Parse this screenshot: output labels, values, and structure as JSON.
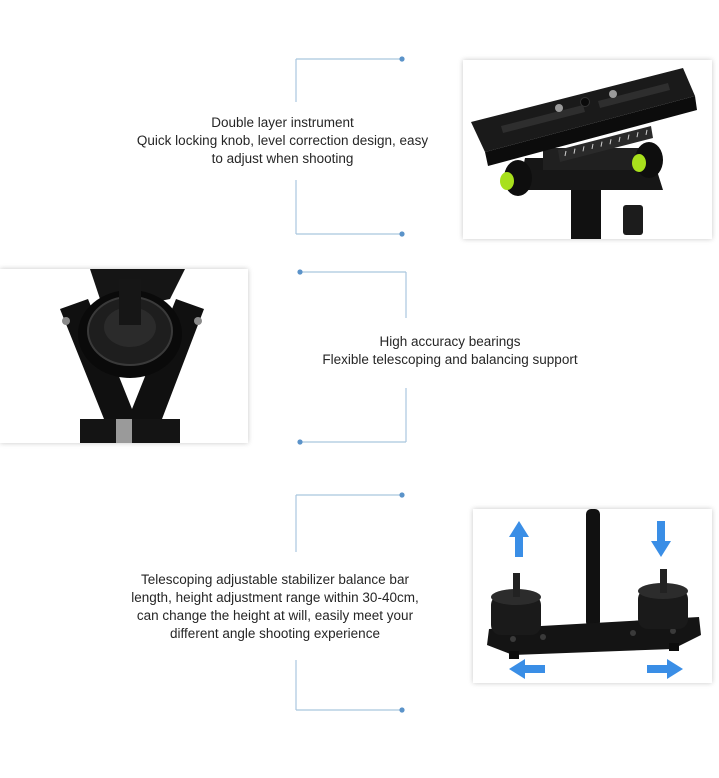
{
  "colors": {
    "bracket_line": "#a9c6de",
    "bracket_dot": "#5b93c9",
    "arrow_blue": "#3a8ee6",
    "metal_black": "#121212",
    "bubble_green": "#a8e01c"
  },
  "sections": [
    {
      "caption_lines": [
        "Double layer instrument",
        "Quick locking knob, level correction design, easy",
        "to adjust when shooting"
      ]
    },
    {
      "caption_lines": [
        "High accuracy bearings",
        "Flexible telescoping and balancing support"
      ]
    },
    {
      "caption_lines": [
        "Telescoping adjustable stabilizer balance bar",
        "length, height adjustment range within 30-40cm,",
        "can change the height at will, easily meet your",
        "different angle shooting experience"
      ]
    }
  ]
}
